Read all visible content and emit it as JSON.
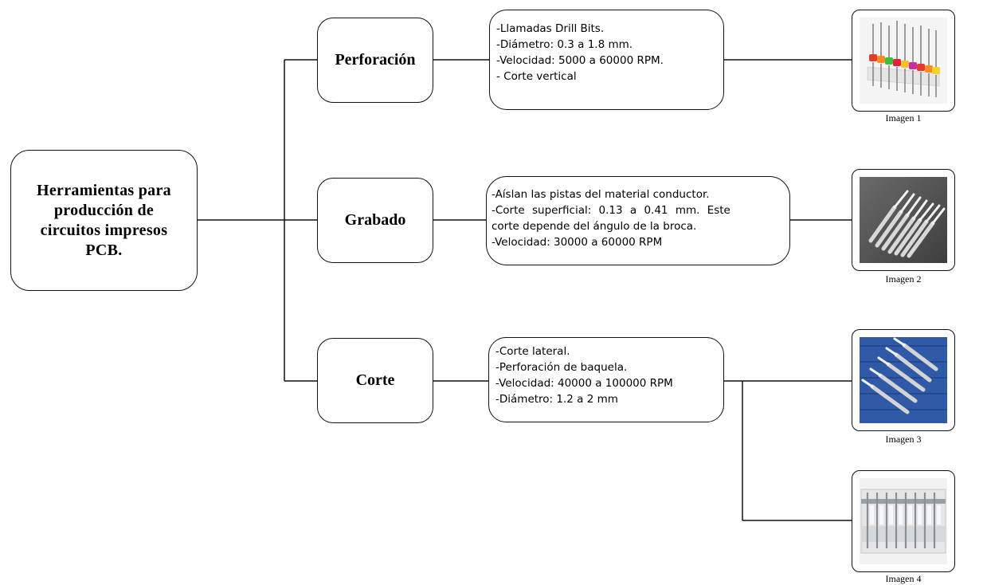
{
  "root": {
    "title": "Herramientas para\nproducción de\ncircuitos impresos\nPCB."
  },
  "categories": [
    {
      "label": "Perforación",
      "description": [
        "-Llamadas Drill Bits.",
        "-Diámetro: 0.3 a 1.8 mm.",
        "-Velocidad: 5000 a 60000 RPM.",
        "- Corte vertical"
      ]
    },
    {
      "label": "Grabado",
      "description": [
        "-Aíslan las pistas del material conductor.",
        "-Corte superficial: 0.13 a 0.41 mm. Este",
        "corte depende del ángulo de la broca.",
        "-Velocidad: 30000 a 60000 RPM"
      ]
    },
    {
      "label": "Corte",
      "description": [
        "-Corte lateral.",
        "-Perforación de baquela.",
        "-Velocidad: 40000 a 100000 RPM",
        "-Diámetro: 1.2 a 2 mm"
      ]
    }
  ],
  "images": [
    {
      "caption": "Imagen 1",
      "icon": "drill-bits-set-photo"
    },
    {
      "caption": "Imagen 2",
      "icon": "engraving-bits-photo"
    },
    {
      "caption": "Imagen 3",
      "icon": "cutting-bits-on-blue-photo"
    },
    {
      "caption": "Imagen 4",
      "icon": "bits-in-case-photo"
    }
  ]
}
